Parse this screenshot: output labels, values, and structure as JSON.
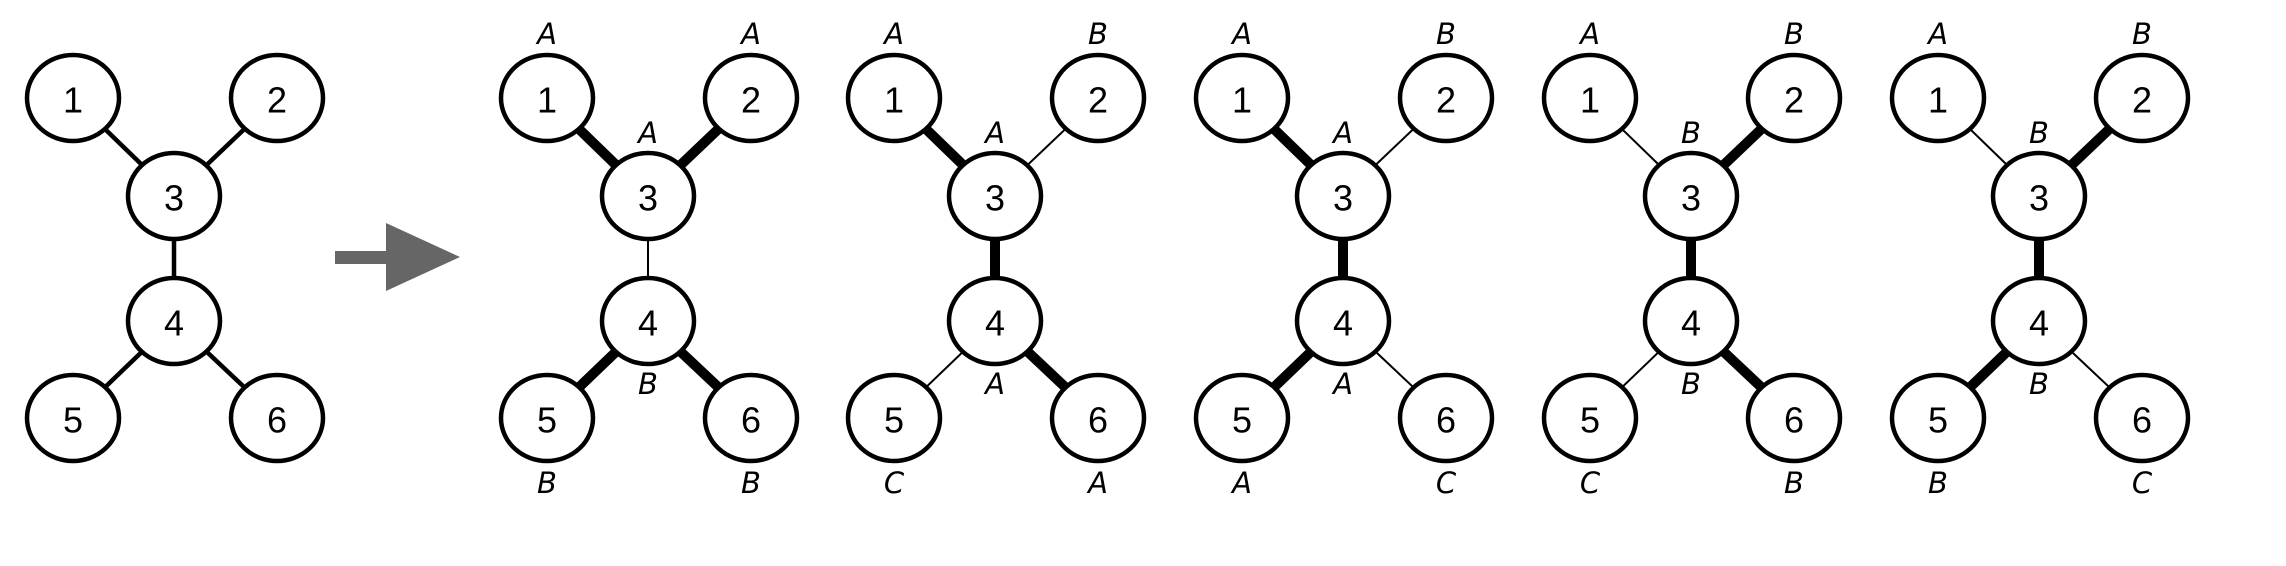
{
  "arrow_color": "#666666",
  "node_labels": [
    "1",
    "2",
    "3",
    "4",
    "5",
    "6"
  ],
  "edges": [
    [
      "1",
      "3"
    ],
    [
      "2",
      "3"
    ],
    [
      "3",
      "4"
    ],
    [
      "4",
      "5"
    ],
    [
      "4",
      "6"
    ]
  ],
  "original_tree": {
    "edge_weights": {
      "1-3": "medium",
      "2-3": "medium",
      "3-4": "medium",
      "4-5": "medium",
      "4-6": "medium"
    }
  },
  "labelings": [
    {
      "states": {
        "1": "A",
        "2": "A",
        "3": "A",
        "4": "B",
        "5": "B",
        "6": "B"
      },
      "edge_weights": {
        "1-3": "thick",
        "2-3": "thick",
        "3-4": "thin",
        "4-5": "thick",
        "4-6": "thick"
      }
    },
    {
      "states": {
        "1": "A",
        "2": "B",
        "3": "A",
        "4": "A",
        "5": "C",
        "6": "A"
      },
      "edge_weights": {
        "1-3": "thick",
        "2-3": "thin",
        "3-4": "thick",
        "4-5": "thin",
        "4-6": "thick"
      }
    },
    {
      "states": {
        "1": "A",
        "2": "B",
        "3": "A",
        "4": "A",
        "5": "A",
        "6": "C"
      },
      "edge_weights": {
        "1-3": "thick",
        "2-3": "thin",
        "3-4": "thick",
        "4-5": "thick",
        "4-6": "thin"
      }
    },
    {
      "states": {
        "1": "A",
        "2": "B",
        "3": "B",
        "4": "B",
        "5": "C",
        "6": "B"
      },
      "edge_weights": {
        "1-3": "thin",
        "2-3": "thick",
        "3-4": "thick",
        "4-5": "thin",
        "4-6": "thick"
      }
    },
    {
      "states": {
        "1": "A",
        "2": "B",
        "3": "B",
        "4": "B",
        "5": "B",
        "6": "C"
      },
      "edge_weights": {
        "1-3": "thin",
        "2-3": "thick",
        "3-4": "thick",
        "4-5": "thick",
        "4-6": "thin"
      }
    }
  ]
}
